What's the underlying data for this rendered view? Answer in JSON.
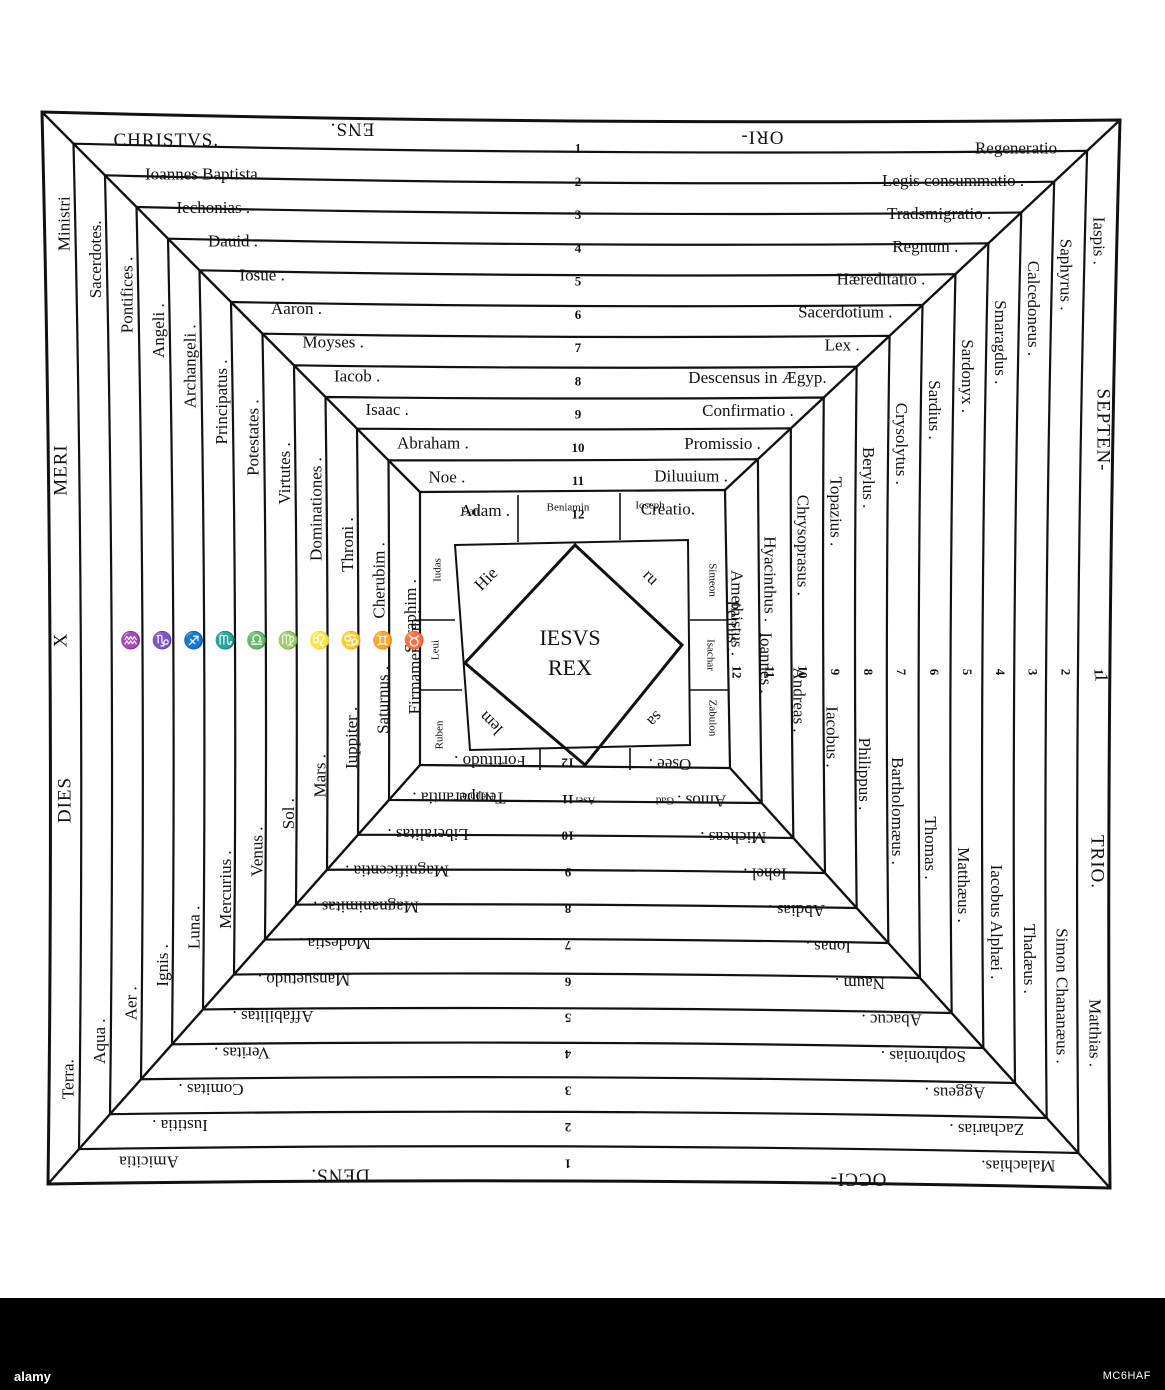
{
  "frame": {
    "top_left": "CHRISTVS.",
    "top_right": "Regeneratio",
    "top_middle_a": "ENS.",
    "top_middle_b": "ORI-",
    "bottom_left": "Amicitia",
    "bottom_middle_a": "DENS.",
    "bottom_middle_b": "OCCI-",
    "bottom_right": "Malachias.",
    "left_top": "Ministri",
    "left_bottom": "Terra.",
    "right_top": "Iaspis.",
    "right_bottom": "Matthias."
  },
  "directions": {
    "left_upper": "MERI",
    "left_mid": "X",
    "left_lower": "DIES",
    "right_upper": "SEPTEN-",
    "right_mid": "1",
    "right_lower": "TRIO."
  },
  "center": {
    "line1": "IESVS",
    "line2": "REX"
  },
  "top_rows": [
    {
      "num": "1",
      "left": "CHRISTVS.",
      "right": "Regeneratio"
    },
    {
      "num": "2",
      "left": "Ioannes Baptista .",
      "right": "Legis consummatio ."
    },
    {
      "num": "3",
      "left": "Iechonias .",
      "right": "Tradsmigratio ."
    },
    {
      "num": "4",
      "left": "Dauid .",
      "right": "Regnum ."
    },
    {
      "num": "5",
      "left": "Iosue .",
      "right": "Hæreditatio ."
    },
    {
      "num": "6",
      "left": "Aaron .",
      "right": "Sacerdotium ."
    },
    {
      "num": "7",
      "left": "Moyses .",
      "right": "Lex ."
    },
    {
      "num": "8",
      "left": "Iacob .",
      "right": "Descensus in Ægyp."
    },
    {
      "num": "9",
      "left": "Isaac .",
      "right": "Confirmatio ."
    },
    {
      "num": "10",
      "left": "Abraham .",
      "right": "Promissio ."
    },
    {
      "num": "11",
      "left": "Noe .",
      "right": "Diluuium ."
    },
    {
      "num": "12",
      "left": "Adam .",
      "right": "Creatio."
    }
  ],
  "bottom_rows": [
    {
      "num": "1",
      "left": "Amicitia",
      "right": "Malachias."
    },
    {
      "num": "2",
      "left": "Iustitia .",
      "right": "Zacharias ."
    },
    {
      "num": "3",
      "left": "Comitas .",
      "right": "Aggeus ."
    },
    {
      "num": "4",
      "left": "Veritas .",
      "right": "Sophronias ."
    },
    {
      "num": "5",
      "left": "Affabilitas .",
      "right": "Abacuc ."
    },
    {
      "num": "6",
      "left": "Mansuetudo .",
      "right": "Naum ."
    },
    {
      "num": "7",
      "left": "Modestia .",
      "right": "Ionas ."
    },
    {
      "num": "8",
      "left": "Magnanimitas .",
      "right": "Abdias ."
    },
    {
      "num": "9",
      "left": "Magnificentia .",
      "right": "Iohel ."
    },
    {
      "num": "10",
      "left": "Liberalitas .",
      "right": "Micheas ."
    },
    {
      "num": "11",
      "left": "Temperantia .",
      "right": "Amos ."
    },
    {
      "num": "12",
      "left": "Fortitudo .",
      "right": "Osee ."
    }
  ],
  "left_columns": [
    {
      "top": "Ministri",
      "sign": "",
      "bottom": "Terra."
    },
    {
      "top": "Sacerdotes.",
      "sign": "",
      "bottom": "Aqua ."
    },
    {
      "top": "Pontifices .",
      "sign": "♒",
      "bottom": "Aer ."
    },
    {
      "top": "Angeli .",
      "sign": "♑",
      "bottom": "Ignis ."
    },
    {
      "top": "Archangeli .",
      "sign": "♐",
      "bottom": "Luna ."
    },
    {
      "top": "Principatus .",
      "sign": "♏",
      "bottom": "Mercurius ."
    },
    {
      "top": "Potestates .",
      "sign": "♎",
      "bottom": "Venus ."
    },
    {
      "top": "Virtutes .",
      "sign": "♍",
      "bottom": "Sol ."
    },
    {
      "top": "Dominationes .",
      "sign": "♌",
      "bottom": "Mars ."
    },
    {
      "top": "Throni .",
      "sign": "♋",
      "bottom": "Iuppiter ."
    },
    {
      "top": "Cherubim .",
      "sign": "♊",
      "bottom": "Saturnus ."
    },
    {
      "top": "Seraphim .",
      "sign": "♉",
      "bottom": "Firmamentum ."
    }
  ],
  "right_columns": [
    {
      "num": "1",
      "top": "Iaspis .",
      "bottom": "Matthias ."
    },
    {
      "num": "2",
      "top": "Saphyrus .",
      "bottom": "Simon Chananæus ."
    },
    {
      "num": "3",
      "top": "Calcedoneus .",
      "bottom": "Thadæus ."
    },
    {
      "num": "4",
      "top": "Smaragdus .",
      "bottom": "Iacobus Alphæi ."
    },
    {
      "num": "5",
      "top": "Sardonyx .",
      "bottom": "Matthæus ."
    },
    {
      "num": "6",
      "top": "Sardius .",
      "bottom": "Thomas ."
    },
    {
      "num": "7",
      "top": "Crysolytus .",
      "bottom": "Bartholomæus ."
    },
    {
      "num": "8",
      "top": "Berylus .",
      "bottom": "Philippus ."
    },
    {
      "num": "9",
      "top": "Topazius .",
      "bottom": "Iacobus ."
    },
    {
      "num": "10",
      "top": "Chrysoprasus .",
      "bottom": "Andreas ."
    },
    {
      "num": "11",
      "top": "Hyacinthus .",
      "bottom": "Ioannes ."
    },
    {
      "num": "12",
      "top": "Amethistus .",
      "bottom": "Petrus ."
    }
  ],
  "tribes": {
    "top": [
      "Dan",
      "Beniamin",
      "Ioseph"
    ],
    "right": [
      "Simeon",
      "Isachar",
      "Zabulon"
    ],
    "bottom": [
      "Nephtali",
      "Aser",
      "Gad"
    ],
    "left": [
      "Iudas",
      "Leui",
      "Ruben"
    ]
  },
  "inner_letters": [
    "Hie",
    "ru",
    "sa",
    "lem"
  ],
  "footer": {
    "logo": "alamy",
    "image_id": "MC6HAF"
  }
}
